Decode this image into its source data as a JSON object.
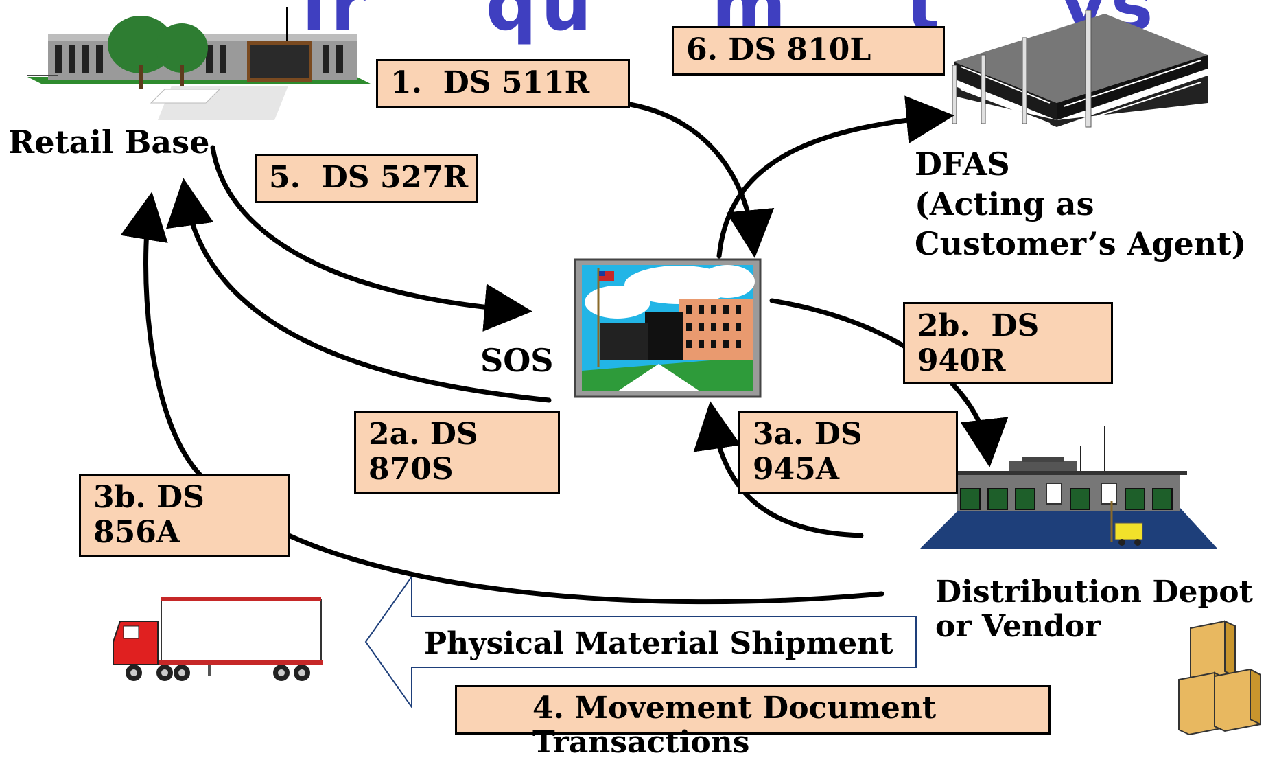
{
  "title_fragment": "ir    qu    m    t    ys    e",
  "nodes": {
    "retail_base": "Retail Base",
    "sos": "SOS",
    "dfas": "DFAS\n(Acting as\nCustomer’s Agent)",
    "depot": "Distribution Depot\nor Vendor"
  },
  "transactions": [
    {
      "id": "1",
      "label": "1.  DS 511R"
    },
    {
      "id": "2a",
      "label": "2a. DS\n870S"
    },
    {
      "id": "2b",
      "label": "2b.  DS\n940R"
    },
    {
      "id": "3a",
      "label": "3a. DS\n945A"
    },
    {
      "id": "3b",
      "label": "3b. DS\n856A"
    },
    {
      "id": "4",
      "label": "4. Movement Document\nTransactions"
    },
    {
      "id": "5",
      "label": "5.  DS 527R"
    },
    {
      "id": "6",
      "label": "6. DS 810L"
    }
  ],
  "shipment_arrow_label": "Physical Material Shipment",
  "colors": {
    "box_fill": "#fad3b4",
    "big_arrow_stroke": "#1e3f7a",
    "title_blue": "#3f3fc0"
  },
  "icons": [
    "retail-base-building-icon",
    "sos-building-icon",
    "dfas-building-icon",
    "warehouse-icon",
    "truck-icon",
    "boxes-icon"
  ]
}
